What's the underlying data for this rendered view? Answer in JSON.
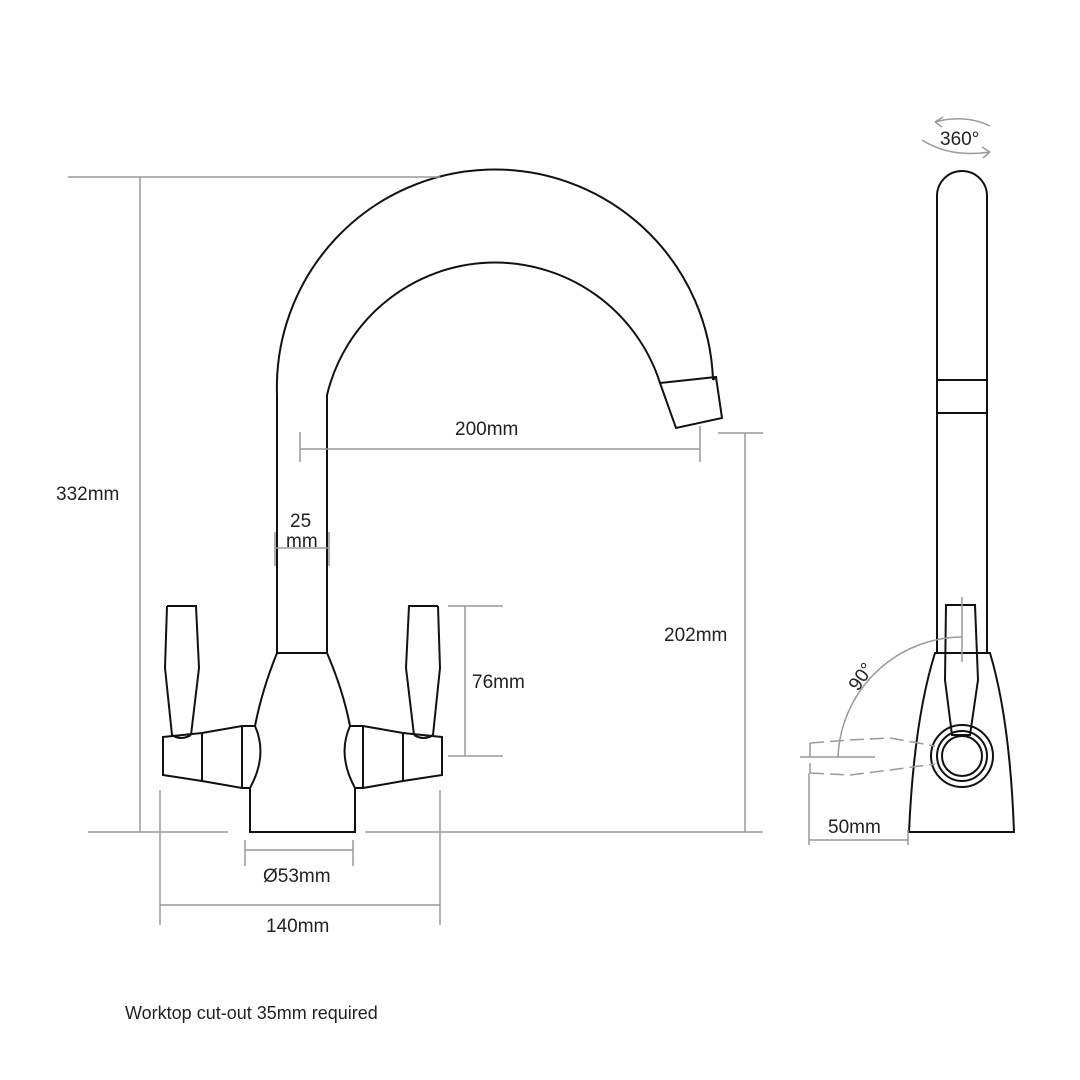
{
  "dimensions": {
    "height_total": "332mm",
    "reach": "200mm",
    "spout_diameter_top": "25",
    "spout_diameter_bottom": "mm",
    "lever_height": "76mm",
    "spout_clearance": "202mm",
    "base_diameter": "Ø53mm",
    "width_total": "140mm",
    "swivel": "360°",
    "lever_rotation": "90°",
    "lever_depth": "50mm"
  },
  "note": "Worktop cut-out 35mm required"
}
